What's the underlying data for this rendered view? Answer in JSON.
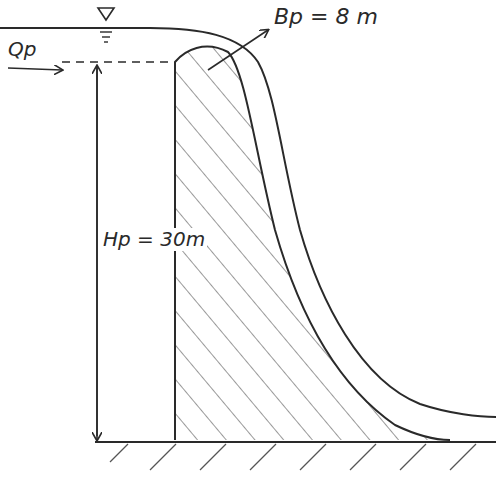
{
  "diagram": {
    "labels": [
      "Qp",
      "Bp = 8 m",
      "Hp = 30m"
    ]
  }
}
